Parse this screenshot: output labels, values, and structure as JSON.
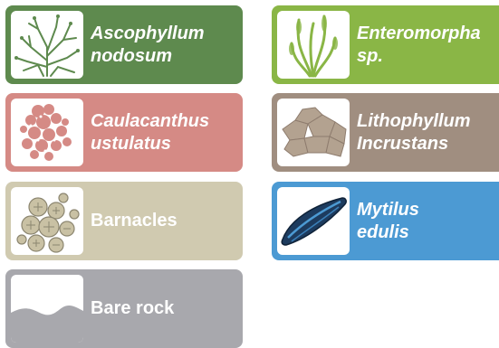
{
  "cards": [
    {
      "lines": [
        "Ascophyllum",
        "nodosum"
      ],
      "color": "#5e8a4e",
      "icon": "ascophyllum-seaweed-icon"
    },
    {
      "lines": [
        "Enteromorpha",
        "sp."
      ],
      "color": "#8ab646",
      "icon": "enteromorpha-seaweed-icon"
    },
    {
      "lines": [
        "Caulacanthus",
        "ustulatus"
      ],
      "color": "#d58a85",
      "icon": "caulacanthus-seaweed-icon"
    },
    {
      "lines": [
        "Lithophyllum",
        "Incrustans"
      ],
      "color": "#a08e80",
      "icon": "lithophyllum-crust-icon"
    },
    {
      "lines": [
        "Barnacles"
      ],
      "color": "#d0cab0",
      "icon": "barnacles-icon"
    },
    {
      "lines": [
        "Mytilus",
        "edulis"
      ],
      "color": "#4c9ad3",
      "icon": "mussel-icon"
    },
    {
      "lines": [
        "Bare rock"
      ],
      "color": "#a8a8ad",
      "icon": "bare-rock-icon"
    }
  ]
}
